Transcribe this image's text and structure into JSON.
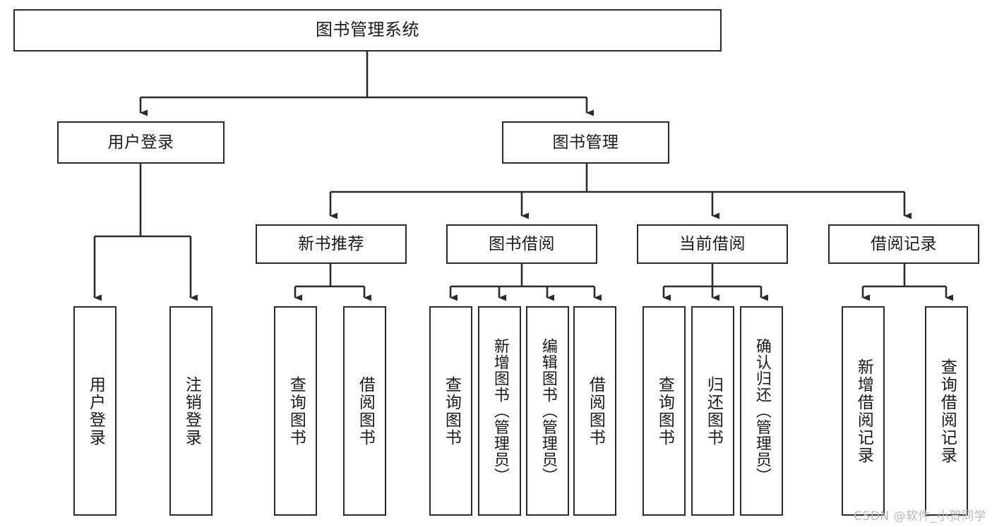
{
  "diagram": {
    "title": "图书管理系统",
    "type": "tree",
    "stroke_color": "#2b2b2b",
    "fill_color": "#ffffff",
    "text_color": "#1a1a1a",
    "levels": [
      {
        "level": 1,
        "nodes": [
          {
            "id": "root",
            "label": "图书管理系统",
            "orientation": "horizontal"
          }
        ]
      },
      {
        "level": 2,
        "nodes": [
          {
            "id": "login",
            "label": "用户登录",
            "orientation": "horizontal",
            "parent": "root"
          },
          {
            "id": "bookmgmt",
            "label": "图书管理",
            "orientation": "horizontal",
            "parent": "root"
          }
        ]
      },
      {
        "level": 3,
        "nodes": [
          {
            "id": "newbook",
            "label": "新书推荐",
            "orientation": "horizontal",
            "parent": "bookmgmt"
          },
          {
            "id": "borrow",
            "label": "图书借阅",
            "orientation": "horizontal",
            "parent": "bookmgmt"
          },
          {
            "id": "current",
            "label": "当前借阅",
            "orientation": "horizontal",
            "parent": "bookmgmt"
          },
          {
            "id": "records",
            "label": "借阅记录",
            "orientation": "horizontal",
            "parent": "bookmgmt"
          }
        ]
      },
      {
        "level": 4,
        "nodes": [
          {
            "id": "leaf1",
            "label": "用户登录",
            "orientation": "vertical",
            "parent": "login"
          },
          {
            "id": "leaf2",
            "label": "注销登录",
            "orientation": "vertical",
            "parent": "login"
          },
          {
            "id": "leaf3",
            "label": "查询图书",
            "orientation": "vertical",
            "parent": "newbook"
          },
          {
            "id": "leaf4",
            "label": "借阅图书",
            "orientation": "vertical",
            "parent": "newbook"
          },
          {
            "id": "leaf5",
            "label": "查询图书",
            "orientation": "vertical",
            "parent": "borrow"
          },
          {
            "id": "leaf6",
            "label": "新增图书（管理员）",
            "orientation": "vertical",
            "parent": "borrow"
          },
          {
            "id": "leaf7",
            "label": "编辑图书（管理员）",
            "orientation": "vertical",
            "parent": "borrow"
          },
          {
            "id": "leaf8",
            "label": "借阅图书",
            "orientation": "vertical",
            "parent": "borrow"
          },
          {
            "id": "leaf9",
            "label": "查询图书",
            "orientation": "vertical",
            "parent": "current"
          },
          {
            "id": "leaf10",
            "label": "归还图书",
            "orientation": "vertical",
            "parent": "current"
          },
          {
            "id": "leaf11",
            "label": "确认归还（管理员）",
            "orientation": "vertical",
            "parent": "current"
          },
          {
            "id": "leaf12",
            "label": "新增借阅记录",
            "orientation": "vertical",
            "parent": "records"
          },
          {
            "id": "leaf13",
            "label": "查询借阅记录",
            "orientation": "vertical",
            "parent": "records"
          }
        ]
      }
    ]
  },
  "watermark": {
    "text": "CSDN @软件_小贺同学"
  }
}
